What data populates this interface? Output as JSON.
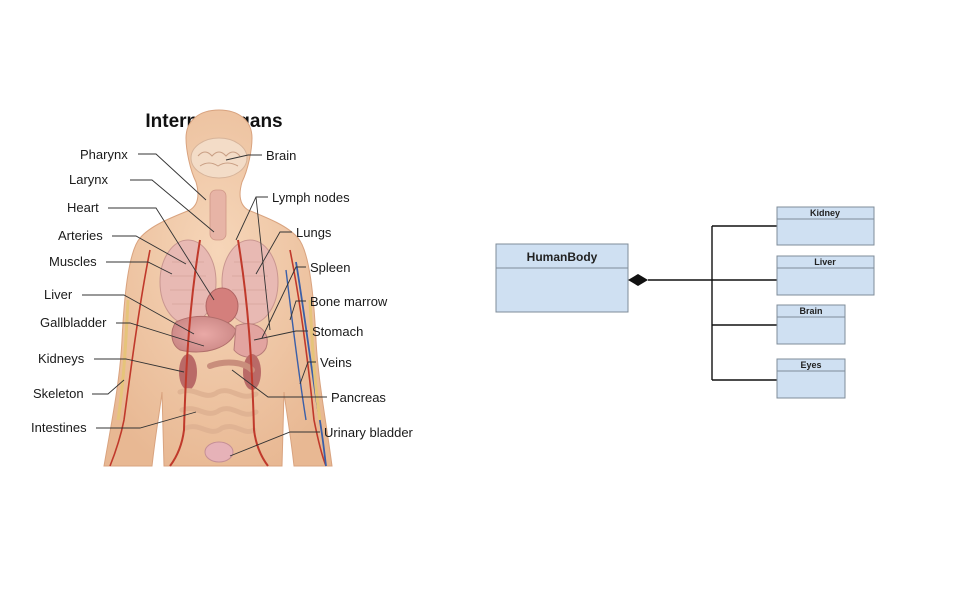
{
  "anatomy": {
    "title": "Internal organs",
    "labels_left": [
      "Pharynx",
      "Larynx",
      "Heart",
      "Arteries",
      "Muscles",
      "Liver",
      "Gallbladder",
      "Kidneys",
      "Skeleton",
      "Intestines"
    ],
    "labels_right": [
      "Brain",
      "Lymph nodes",
      "Lungs",
      "Spleen",
      "Bone marrow",
      "Stomach",
      "Veins",
      "Pancreas",
      "Urinary bladder"
    ]
  },
  "uml": {
    "main_class": "HumanBody",
    "parts": [
      "Kidney",
      "Liver",
      "Brain",
      "Eyes"
    ],
    "relationship": "composition"
  },
  "colors": {
    "skin": "#f0c9a8",
    "uml_box": "#cfe0f2",
    "artery": "#c0392b",
    "vein": "#3b5fa8"
  }
}
